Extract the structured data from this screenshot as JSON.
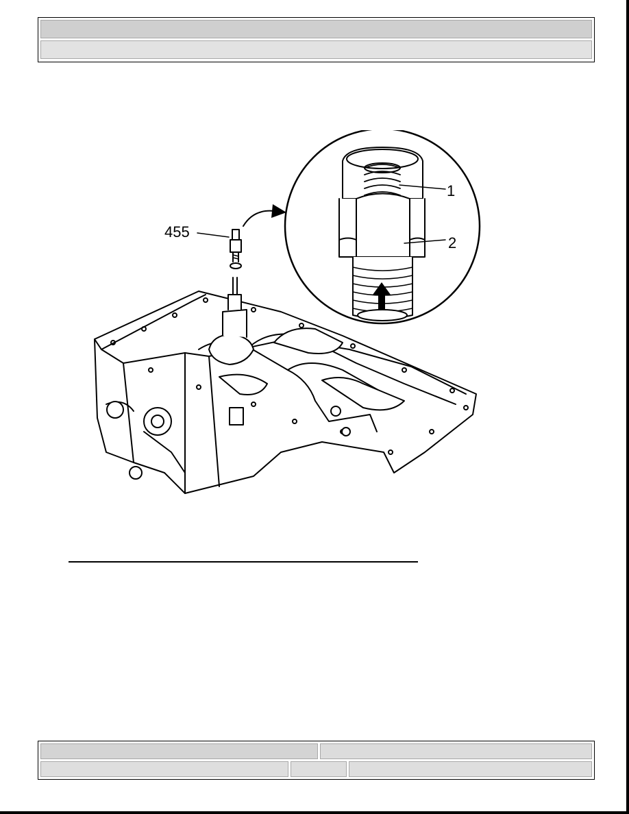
{
  "header": {
    "line1": "",
    "line2": ""
  },
  "figure": {
    "callouts": {
      "tool": "455",
      "part1": "1",
      "part2": "2"
    }
  },
  "footer": {
    "top_left": "",
    "top_right": "",
    "bottom_left": "",
    "bottom_middle": "",
    "bottom_right": ""
  }
}
